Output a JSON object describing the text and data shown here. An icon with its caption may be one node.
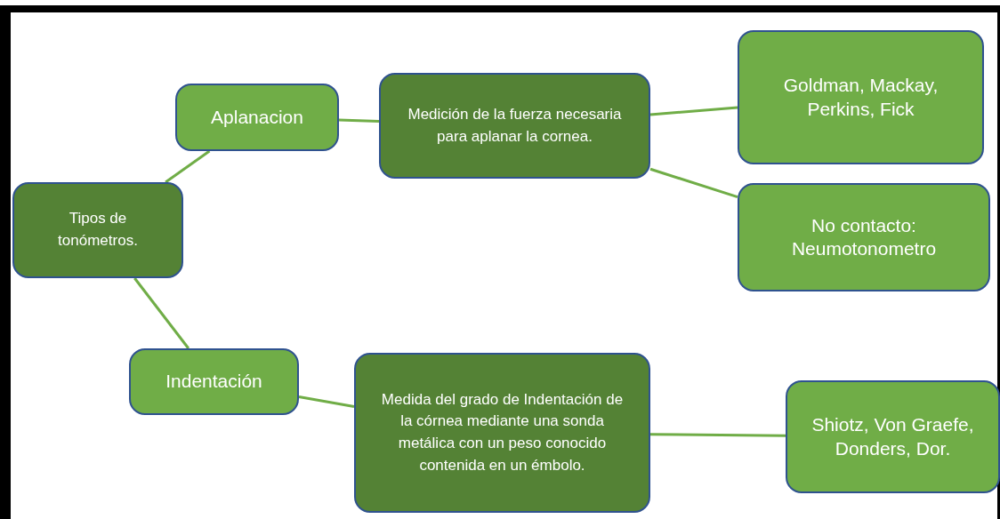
{
  "diagram": {
    "nodes": [
      {
        "text": [
          "Tipos de tonómetros."
        ]
      },
      {
        "text": [
          "Aplanacion"
        ]
      },
      {
        "text": [
          "Medición de la fuerza necesaria para aplanar la cornea."
        ]
      },
      {
        "text": [
          "Goldman, Mackay, Perkins, Fick"
        ]
      },
      {
        "text": [
          "No contacto: Neumotonometro"
        ]
      },
      {
        "text": [
          "Indentación"
        ]
      },
      {
        "text": [
          "Medida del grado de Indentación de la córnea mediante una sonda metálica con un peso conocido contenida en un émbolo."
        ]
      },
      {
        "text": [
          "Shiotz, Von Graefe, Donders, Dor."
        ]
      }
    ],
    "edges": [
      {
        "from": 0,
        "to": 1,
        "arrow": "none"
      },
      {
        "from": 1,
        "to": 2,
        "arrow": "none"
      },
      {
        "from": 2,
        "to": 3,
        "arrow": "none"
      },
      {
        "from": 2,
        "to": 4,
        "arrow": "none"
      },
      {
        "from": 0,
        "to": 5,
        "arrow": "none"
      },
      {
        "from": 5,
        "to": 6,
        "arrow": "none"
      },
      {
        "from": 6,
        "to": 7,
        "arrow": "none"
      }
    ]
  }
}
